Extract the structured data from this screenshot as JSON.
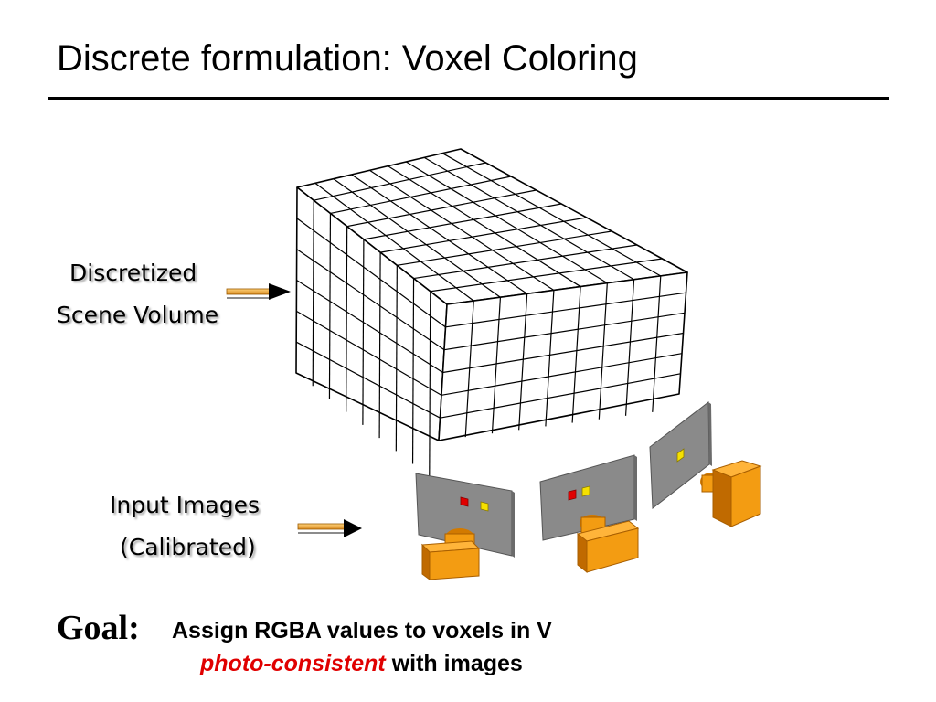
{
  "slide": {
    "title": "Discrete formulation:  Voxel Coloring",
    "labels": {
      "volume_line1": "Discretized",
      "volume_line2": "Scene Volume",
      "images_line1": "Input Images",
      "images_line2": "(Calibrated)"
    },
    "goal": {
      "label": "Goal:",
      "line1": "Assign RGBA values to voxels in V",
      "line2_emphasis": "photo-consistent",
      "line2_rest": " with images"
    }
  },
  "colors": {
    "arrow_body": "#f5b44a",
    "image_plane": "#8a8a8a",
    "camera_orange": "#f39c12",
    "pixel_red": "#e00000",
    "pixel_yellow": "#f5e000",
    "emphasis": "#e00000"
  },
  "icons": {
    "arrow": "right-arrow-icon",
    "camera": "camera-icon"
  }
}
